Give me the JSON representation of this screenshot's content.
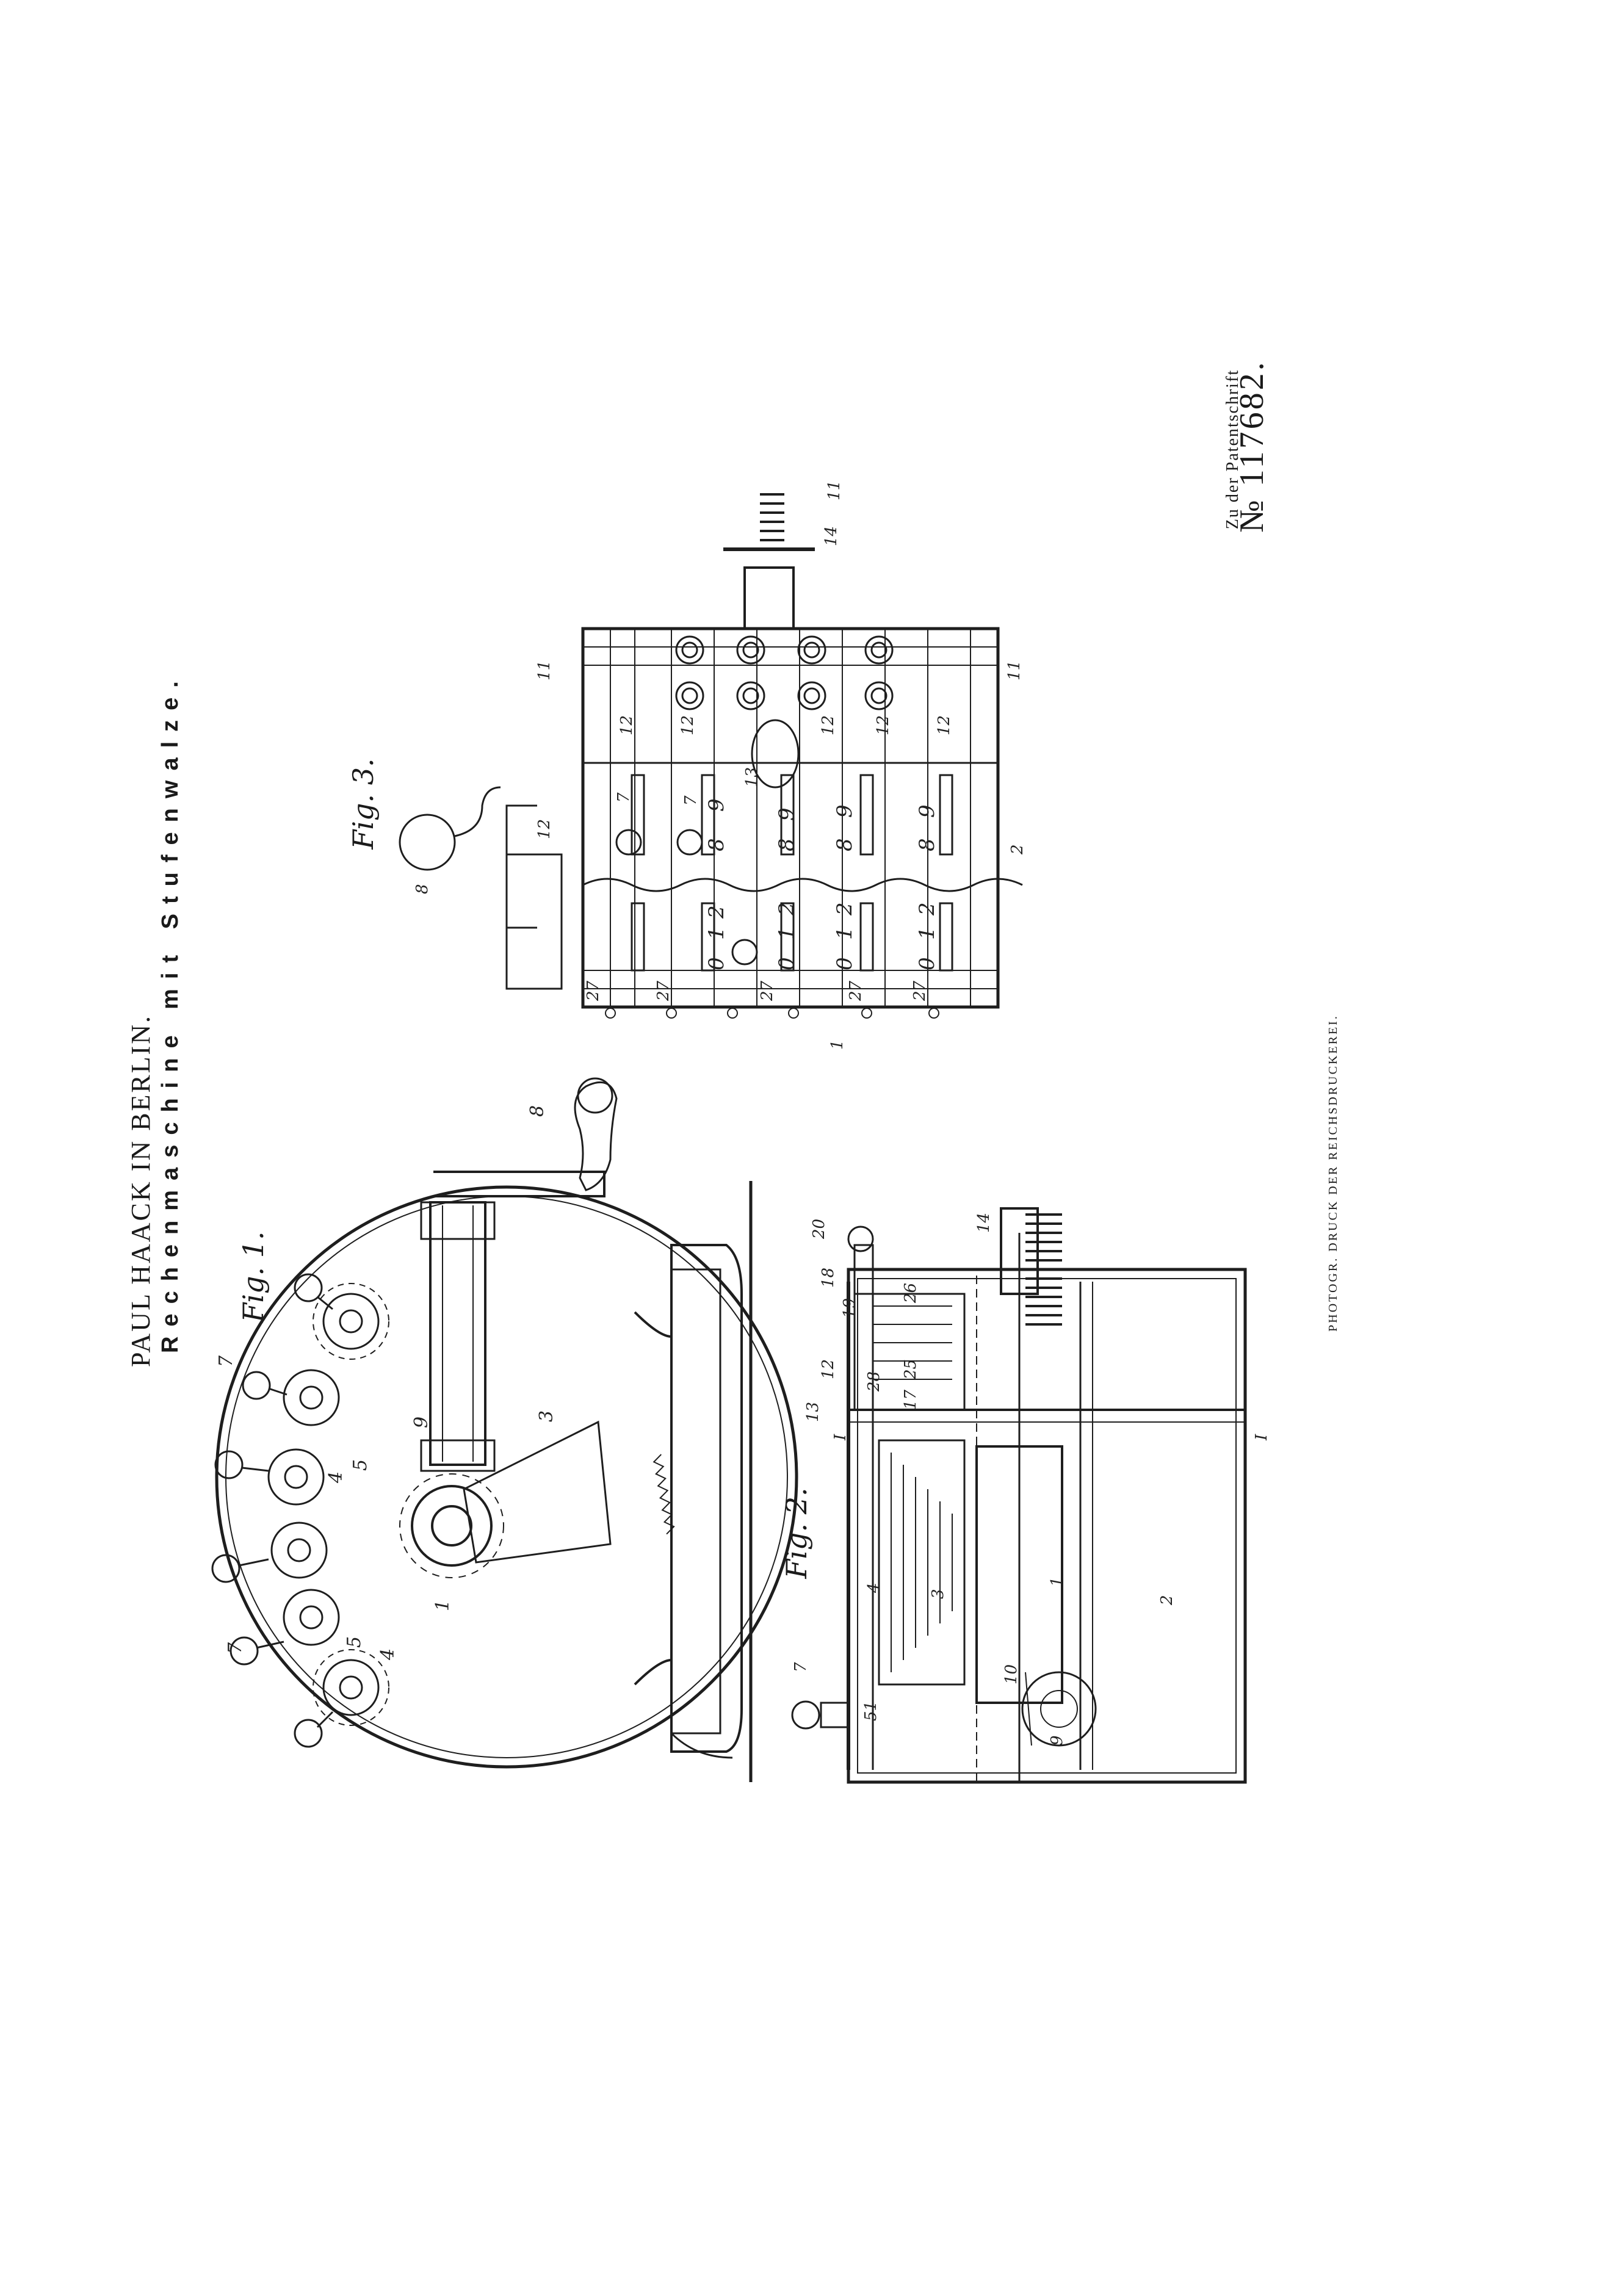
{
  "title": {
    "applicant": "PAUL HAACK IN BERLIN.",
    "subject": "Rechenmaschine mit Stufenwalze."
  },
  "figures": {
    "fig1": "Fig. 1.",
    "fig2": "Fig. 2.",
    "fig3": "Fig. 3."
  },
  "patent": {
    "prefix": "Zu der Patentschrift",
    "number": "№ 117682."
  },
  "printer": "PHOTOGR. DRUCK DER REICHSDRUCKEREI.",
  "reference_numerals": {
    "fig1": [
      "7",
      "7",
      "8",
      "9",
      "3",
      "1",
      "5",
      "4",
      "5",
      "4"
    ],
    "fig2": [
      "20",
      "14",
      "18",
      "19",
      "26",
      "12",
      "28",
      "25",
      "17",
      "13",
      "I",
      "I",
      "4",
      "3",
      "1",
      "2",
      "7",
      "51",
      "10",
      "9"
    ],
    "fig3": [
      "8",
      "12",
      "11",
      "11",
      "12",
      "12",
      "12",
      "12",
      "12",
      "13",
      "7",
      "7",
      "27",
      "27",
      "27",
      "27",
      "27",
      "1",
      "14",
      "2",
      "11"
    ]
  },
  "dial_digits": {
    "row_nines": [
      "9",
      "9",
      "9",
      "9"
    ],
    "row_eights": [
      "8",
      "8",
      "8",
      "8"
    ],
    "row_twos": [
      "2",
      "2",
      "2",
      "2"
    ],
    "row_ones": [
      "1",
      "1",
      "1",
      "1"
    ],
    "row_zeros": [
      "0",
      "0",
      "0",
      "0"
    ]
  }
}
